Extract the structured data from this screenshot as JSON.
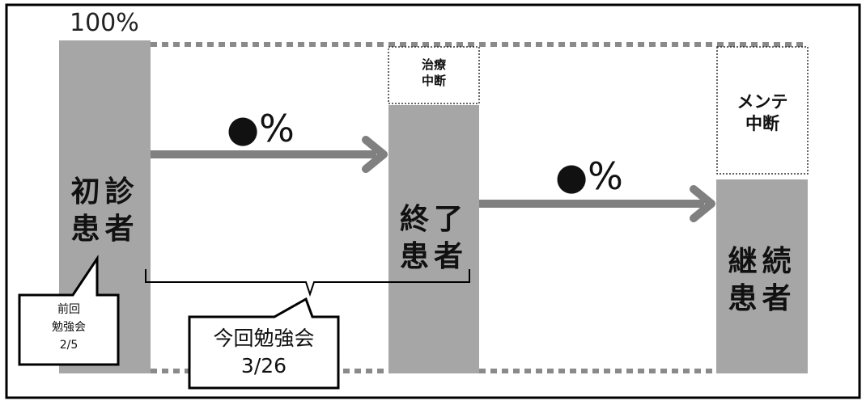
{
  "top_percent_label": "100%",
  "bars": {
    "initial": "初診\n患者",
    "completed": "終了\n患者",
    "continuing": "継続\n患者"
  },
  "dropout_boxes": {
    "treatment": "治療\n中断",
    "maintenance": "メンテ\n中断"
  },
  "rates": {
    "first": "●%",
    "second": "●%"
  },
  "callouts": {
    "previous": "前回\n勉強会\n2/5",
    "current": "今回勉強会\n3/26"
  }
}
